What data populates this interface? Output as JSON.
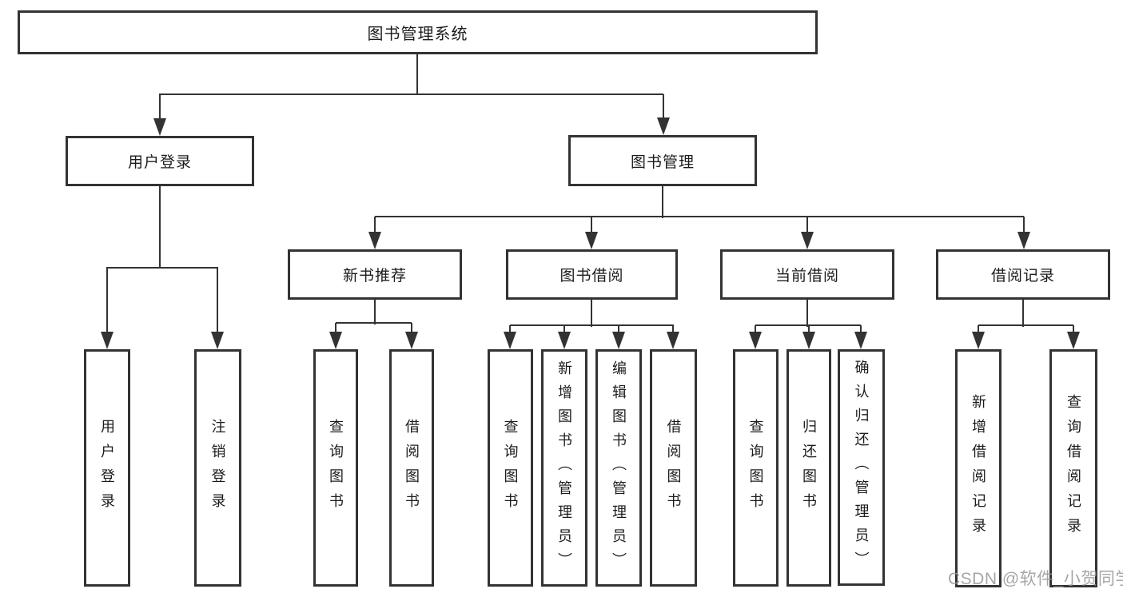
{
  "colors": {
    "line": "#333333",
    "border": "#333333",
    "text": "#1c1c1c",
    "box_bg": "#ffffff",
    "background": "#ffffff",
    "watermark": "#969696"
  },
  "watermark": {
    "text": "CSDN @软件_小贺同学"
  },
  "tree": {
    "label": "图书管理系统",
    "children": [
      {
        "label": "用户登录",
        "children": [
          {
            "label": "用户登录"
          },
          {
            "label": "注销登录"
          }
        ]
      },
      {
        "label": "图书管理",
        "children": [
          {
            "label": "新书推荐",
            "children": [
              {
                "label": "查询图书"
              },
              {
                "label": "借阅图书"
              }
            ]
          },
          {
            "label": "图书借阅",
            "children": [
              {
                "label": "查询图书"
              },
              {
                "label": "新增图书（管理员）"
              },
              {
                "label": "编辑图书（管理员）"
              },
              {
                "label": "借阅图书"
              }
            ]
          },
          {
            "label": "当前借阅",
            "children": [
              {
                "label": "查询图书"
              },
              {
                "label": "归还图书"
              },
              {
                "label": "确认归还（管理员）"
              }
            ]
          },
          {
            "label": "借阅记录",
            "children": [
              {
                "label": "新增借阅记录"
              },
              {
                "label": "查询借阅记录"
              }
            ]
          }
        ]
      }
    ]
  }
}
